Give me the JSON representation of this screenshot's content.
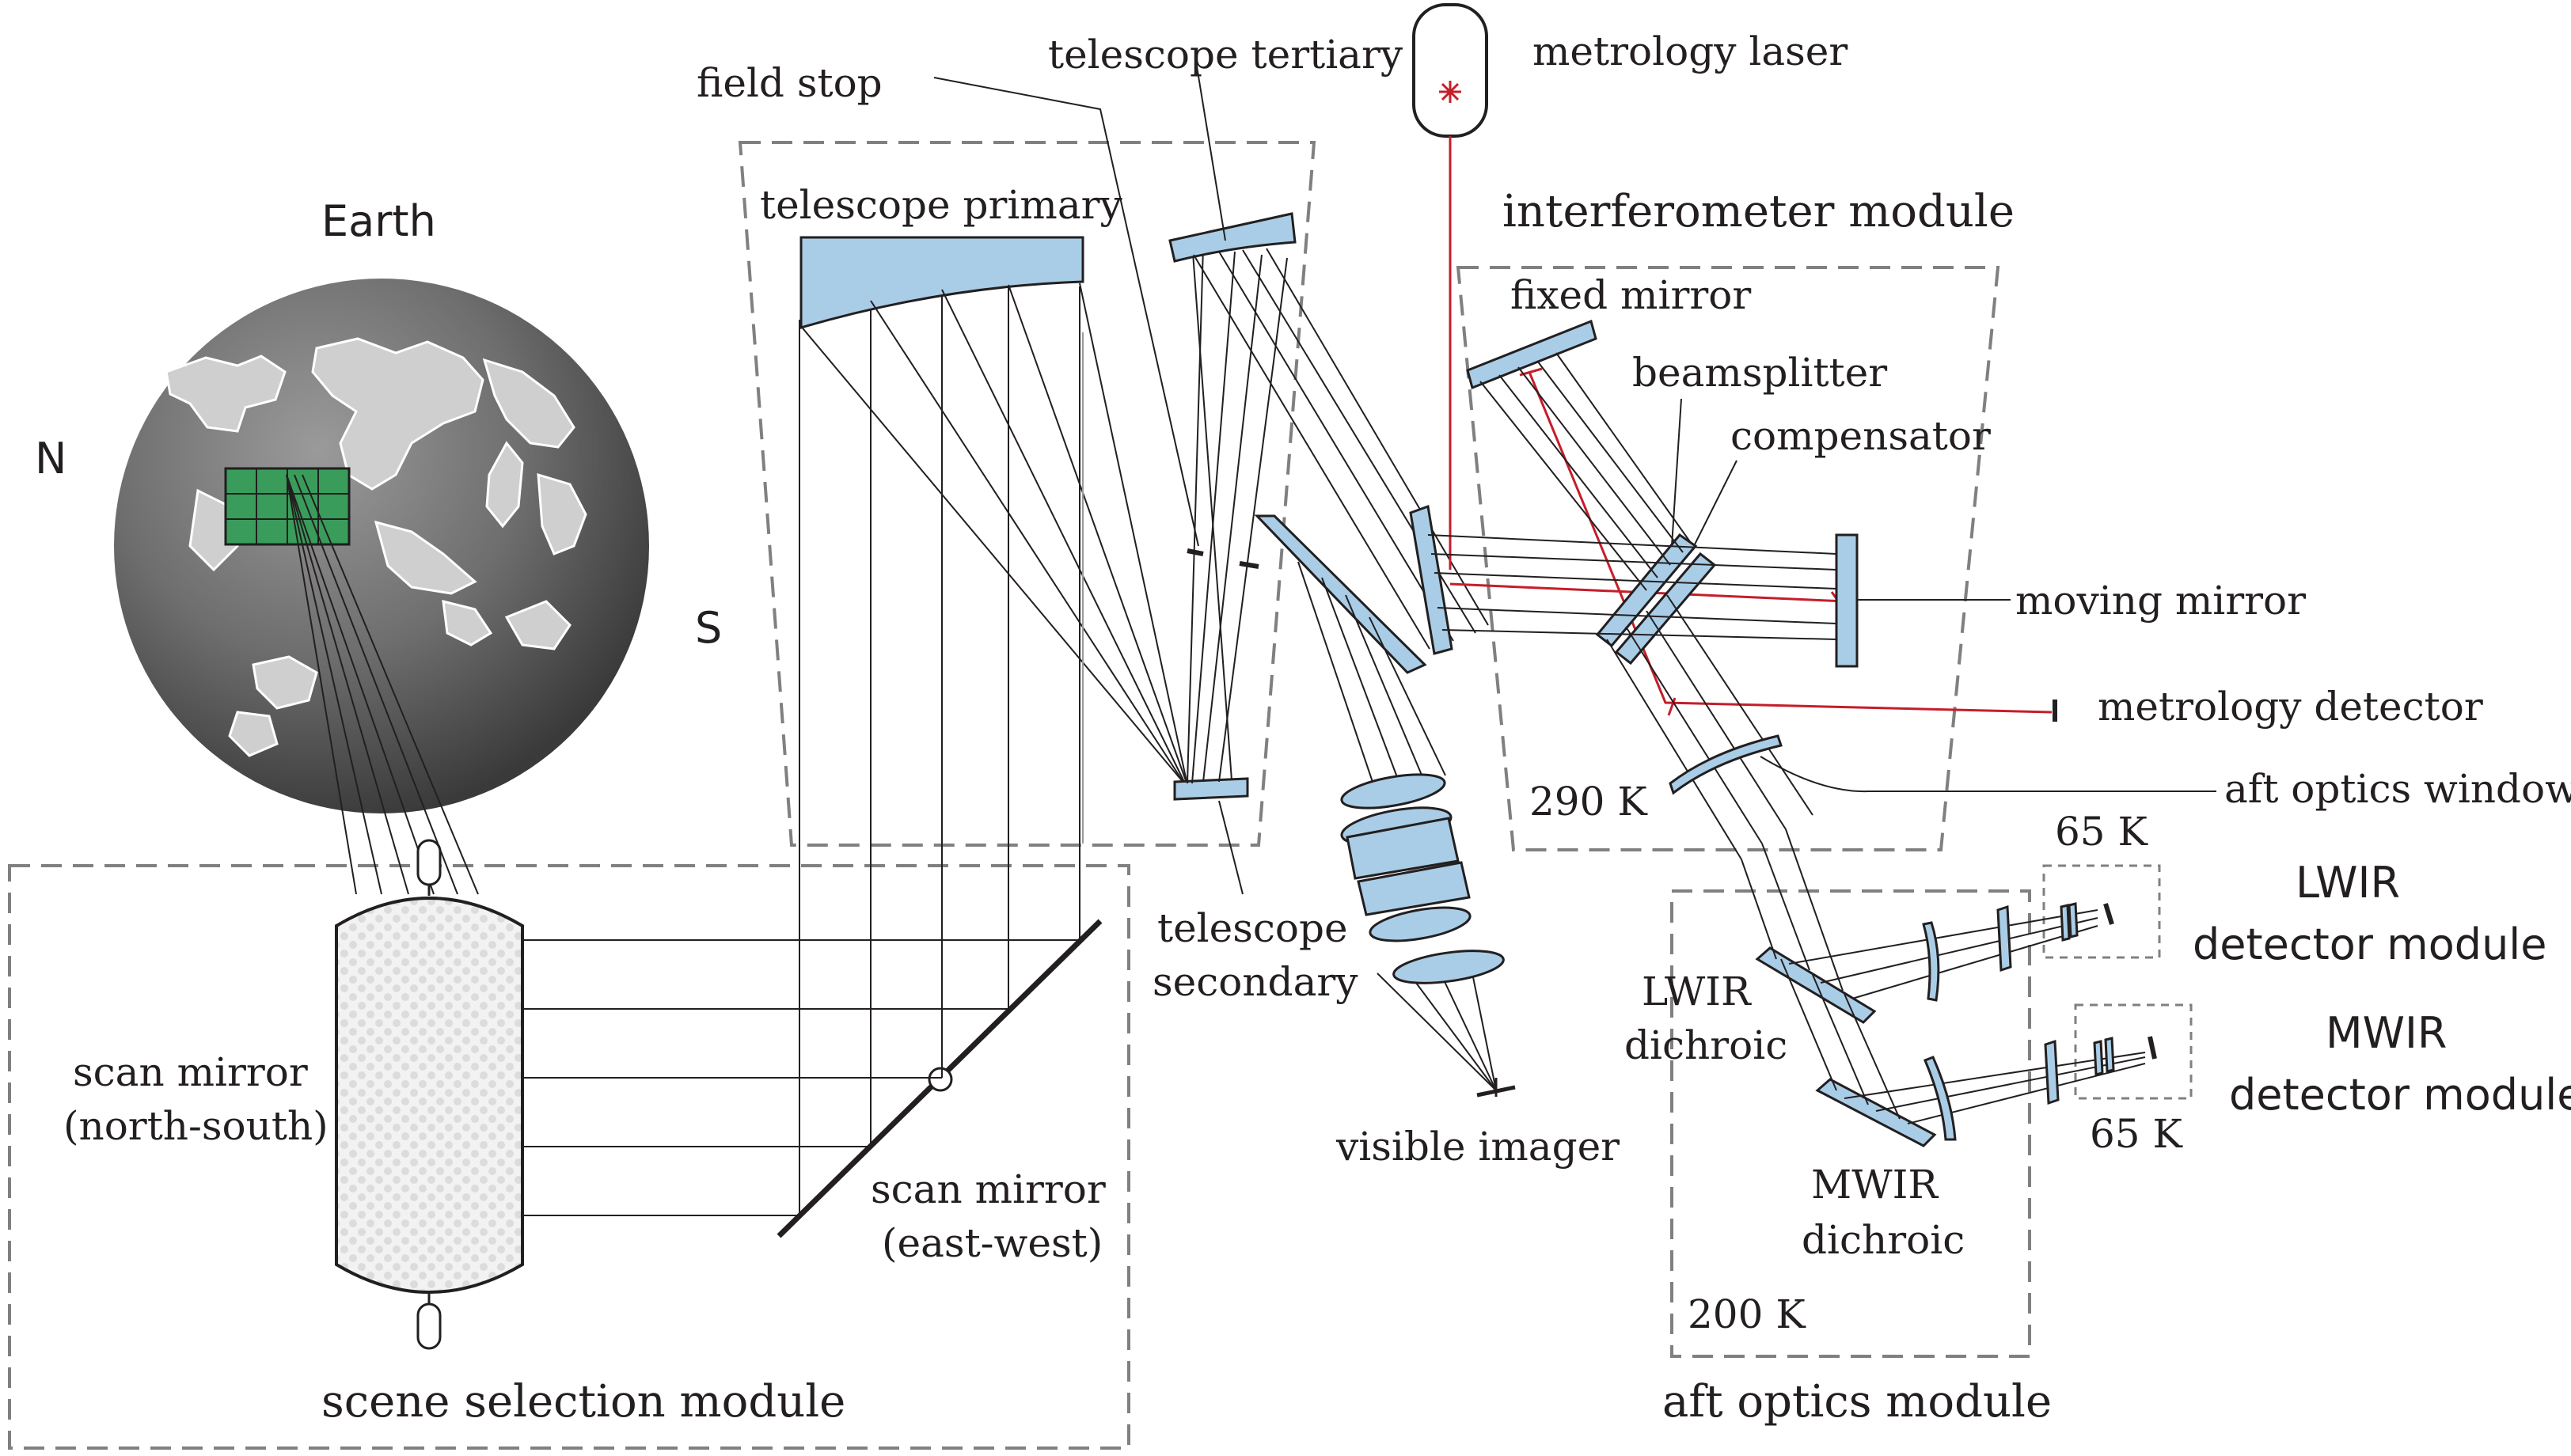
{
  "colors": {
    "optic_fill": "#a9cde6",
    "laser": "#c41e2a",
    "module_border": "#808080",
    "grid_fill": "#3a9c5b",
    "line": "#231f20"
  },
  "earth": {
    "title": "Earth",
    "north_label": "N",
    "south_label": "S"
  },
  "telescope": {
    "primary_label": "telescope primary",
    "secondary_label_line1": "telescope",
    "secondary_label_line2": "secondary",
    "tertiary_label": "telescope tertiary",
    "field_stop_label": "field stop"
  },
  "metrology": {
    "laser_label": "metrology laser",
    "detector_label": "metrology detector"
  },
  "interferometer": {
    "title": "interferometer module",
    "fixed_mirror_label": "fixed mirror",
    "beamsplitter_label": "beamsplitter",
    "compensator_label": "compensator",
    "moving_mirror_label": "moving mirror",
    "temperature": "290 K"
  },
  "aft_optics": {
    "window_label": "aft optics window",
    "title": "aft optics module",
    "temperature": "200 K",
    "lwir_dichroic_line1": "LWIR",
    "lwir_dichroic_line2": "dichroic",
    "mwir_dichroic_line1": "MWIR",
    "mwir_dichroic_line2": "dichroic"
  },
  "detectors": {
    "lwir_line1": "LWIR",
    "lwir_line2": "detector module",
    "lwir_temp": "65 K",
    "mwir_line1": "MWIR",
    "mwir_line2": "detector module",
    "mwir_temp": "65 K"
  },
  "visible_imager_label": "visible imager",
  "scene_selection": {
    "title": "scene selection module",
    "ns_mirror_line1": "scan mirror",
    "ns_mirror_line2": "(north-south)",
    "ew_mirror_line1": "scan mirror",
    "ew_mirror_line2": "(east-west)"
  }
}
